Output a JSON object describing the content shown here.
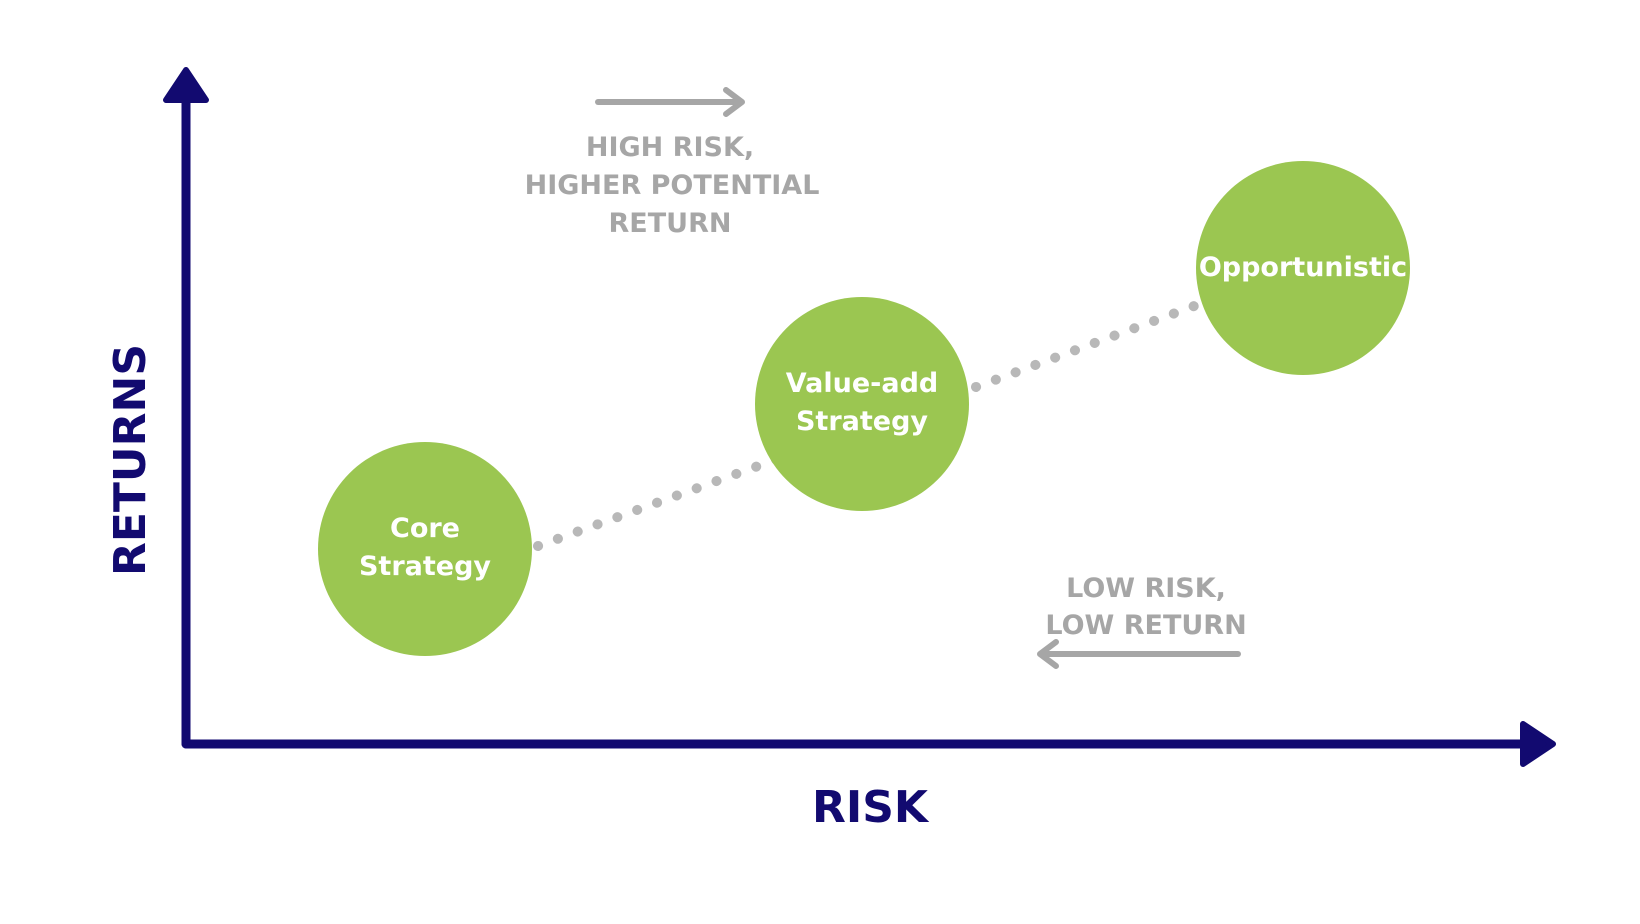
{
  "colors": {
    "axis": "#120a70",
    "node": "#9bc651",
    "connector": "#b8b8b8",
    "annotation": "#a6a6a6",
    "node_text": "#ffffff"
  },
  "axes": {
    "x_label": "RISK",
    "y_label": "RETURNS"
  },
  "nodes": [
    {
      "id": "core",
      "lines": [
        "Core",
        "Strategy"
      ]
    },
    {
      "id": "value-add",
      "lines": [
        "Value-add",
        "Strategy"
      ]
    },
    {
      "id": "opportunistic",
      "lines": [
        "Opportunistic"
      ]
    }
  ],
  "annotations": {
    "high": {
      "lines": [
        "HIGH RISK,",
        "HIGHER POTENTIAL",
        "RETURN"
      ],
      "arrow": "right"
    },
    "low": {
      "lines": [
        "LOW RISK,",
        "LOW RETURN"
      ],
      "arrow": "left"
    }
  }
}
